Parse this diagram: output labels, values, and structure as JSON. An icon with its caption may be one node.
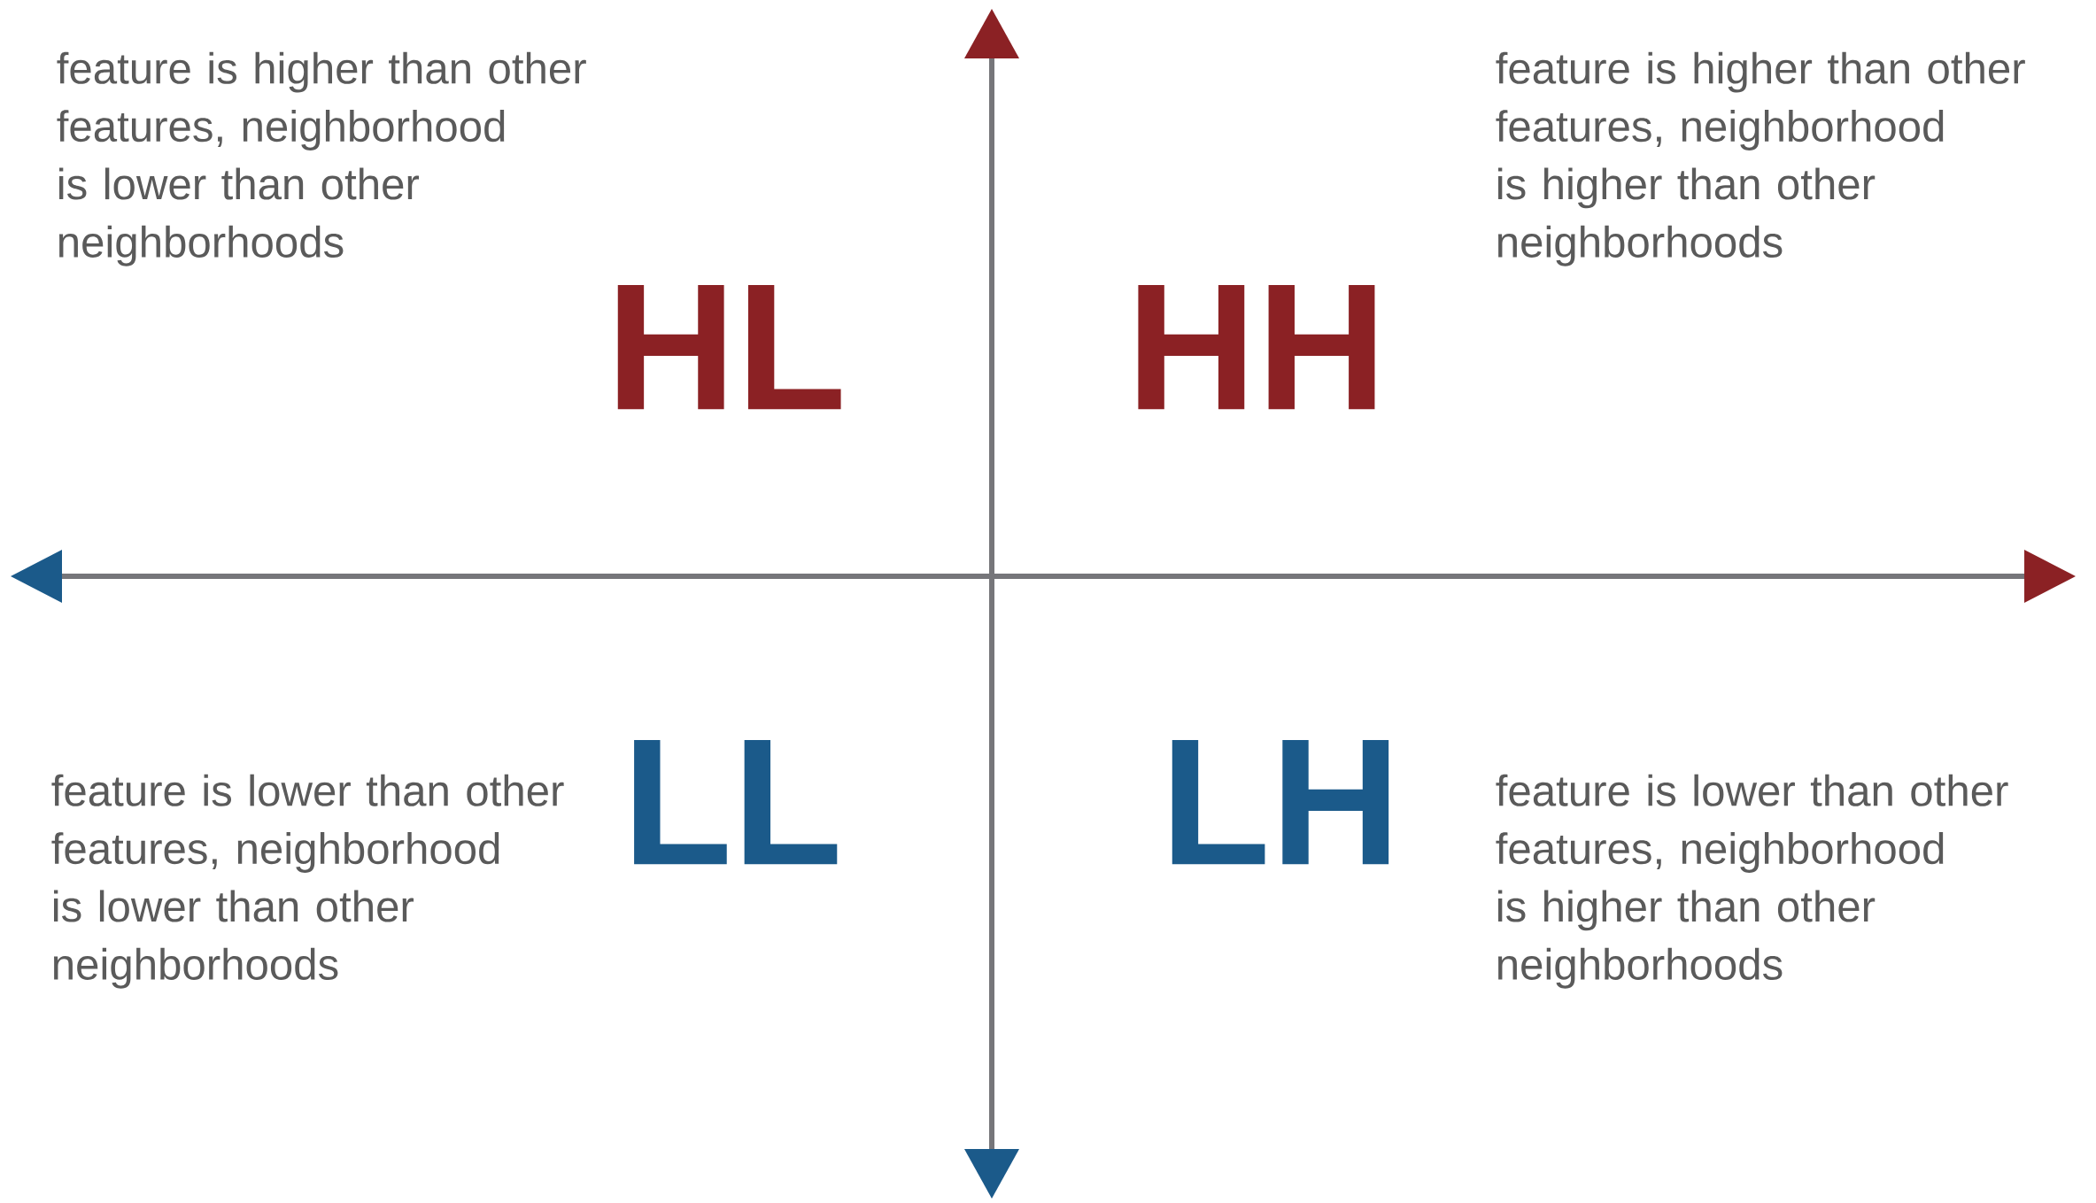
{
  "diagram": {
    "labels": [
      "feature is higher than other features, neighborhood is lower than other neighborhoods",
      "HL",
      "HH",
      "feature is higher than other features, neighborhood is higher than other neighborhoods",
      "feature is lower than other features, neighborhood is lower than other neighborhoods",
      "LL",
      "LH",
      "feature is lower than other features, neighborhood is higher than other neighborhoods"
    ]
  }
}
